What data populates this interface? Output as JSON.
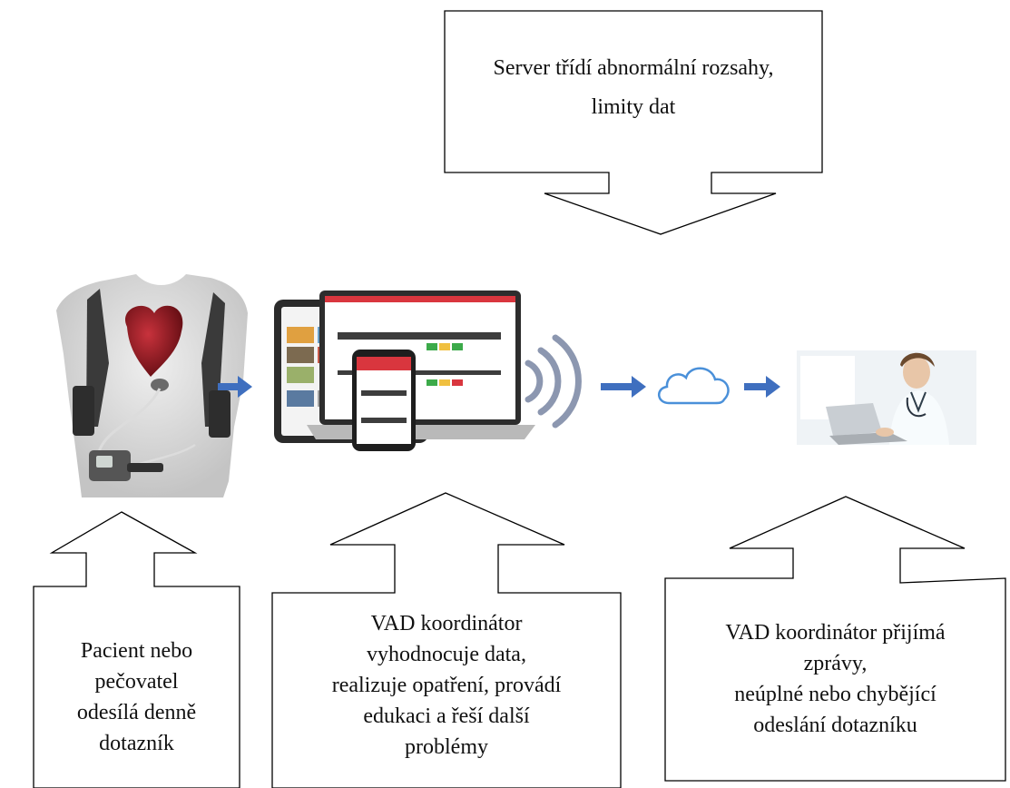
{
  "callouts": {
    "server": {
      "lines": [
        "Server třídí abnormální rozsahy,",
        "limity dat"
      ]
    },
    "patient": {
      "lines": [
        "Pacient nebo",
        "pečovatel",
        "odesílá denně",
        "dotazník"
      ]
    },
    "coordinator_evaluates": {
      "lines": [
        "VAD koordinátor",
        "vyhodnocuje data,",
        "realizuje opatření, provádí",
        "edukaci a řeší další",
        "problémy"
      ]
    },
    "coordinator_receives": {
      "lines": [
        "VAD koordinátor přijímá",
        "zprávy,",
        "neúplné nebo chybějící",
        "odeslání dotazníku"
      ]
    }
  },
  "images": {
    "patient_device": "patient-with-lvad-device",
    "devices": "tablet-phone-laptop-app",
    "cloud": "cloud-icon",
    "clinician": "clinician-at-laptop"
  },
  "colors": {
    "flow_arrow": "#3f6fbf",
    "cloud_stroke": "#4a90d9",
    "wifi": "#8c97b0",
    "app_accent": "#d9363e"
  }
}
